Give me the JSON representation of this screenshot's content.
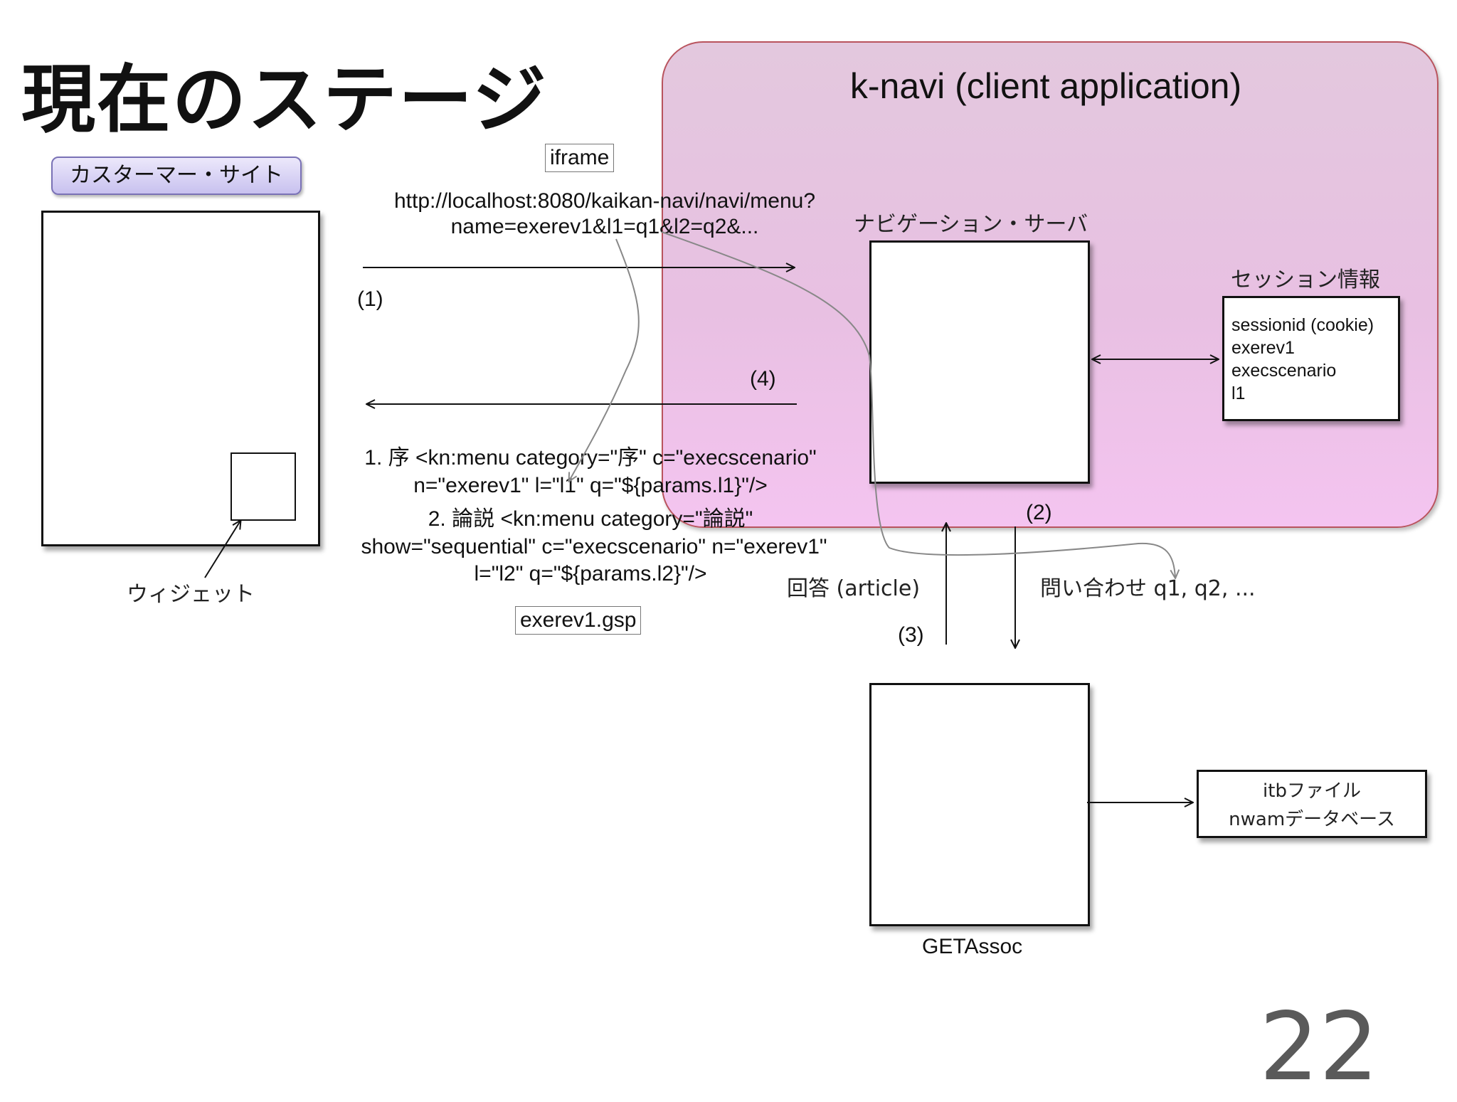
{
  "title": "現在のステージ",
  "page_number": "22",
  "client": {
    "title": "k-navi (client application)",
    "navigation_server_label": "ナビゲーション・サーバ",
    "session_info_label": "セッション情報",
    "session_items": [
      "sessionid (cookie)",
      "exerev1",
      "execscenario",
      "l1"
    ]
  },
  "customer_site": {
    "label": "カスターマー・サイト",
    "widget_label": "ウィジェット"
  },
  "iframe_tag": "iframe",
  "request_url": [
    "http://localhost:8080/kaikan-navi/navi/menu?",
    "name=exerev1&l1=q1&l2=q2&..."
  ],
  "step_labels": {
    "s1": "(1)",
    "s2": "(2)",
    "s3": "(3)",
    "s4": "(4)"
  },
  "menu_code": [
    "1. 序 <kn:menu category=\"序\" c=\"execscenario\"",
    "n=\"exerev1\" l=\"l1\" q=\"${params.l1}\"/>",
    "2. 論説 <kn:menu category=\"論説\"",
    "show=\"sequential\" c=\"execscenario\" n=\"exerev1\"",
    "l=\"l2\" q=\"${params.l2}\"/>"
  ],
  "gsp_tag": "exerev1.gsp",
  "answer_label": "回答 (article)",
  "query_label": "問い合わせ q1, q2, ...",
  "getassoc_label": "GETAssoc",
  "db_lines": [
    "itbファイル",
    "nwamデータベース"
  ]
}
